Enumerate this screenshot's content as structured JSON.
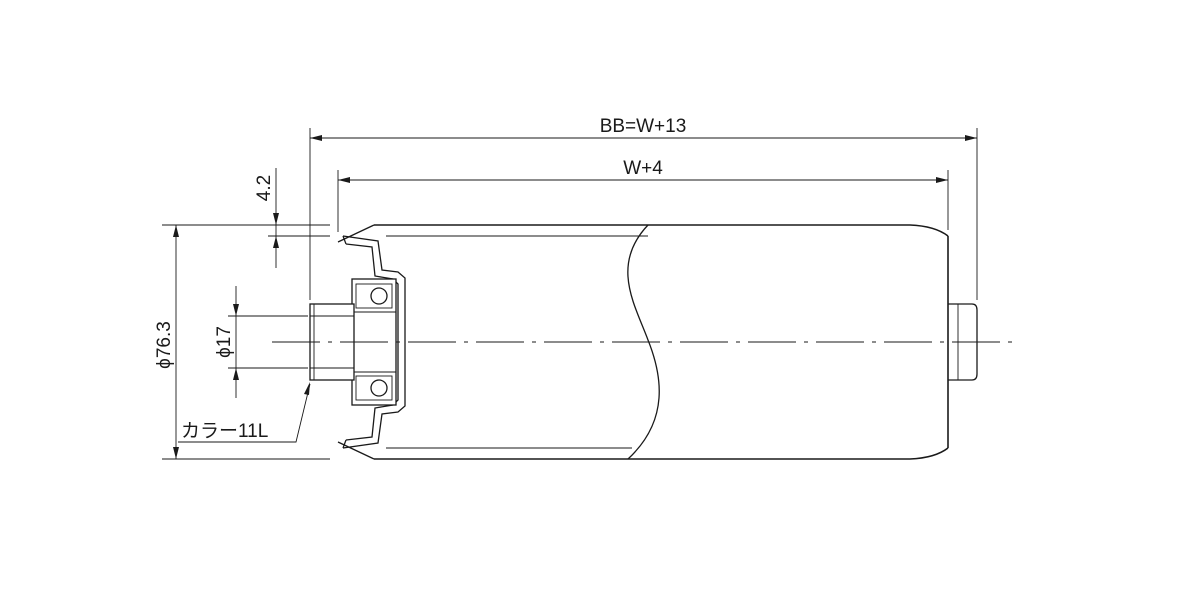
{
  "dimensions": {
    "overall_length": "BB=W+13",
    "tube_length": "W+4",
    "wall_offset": "4.2",
    "roller_diameter": "ϕ76.3",
    "shaft_diameter": "ϕ17"
  },
  "callouts": {
    "collar": "カラー11L"
  }
}
